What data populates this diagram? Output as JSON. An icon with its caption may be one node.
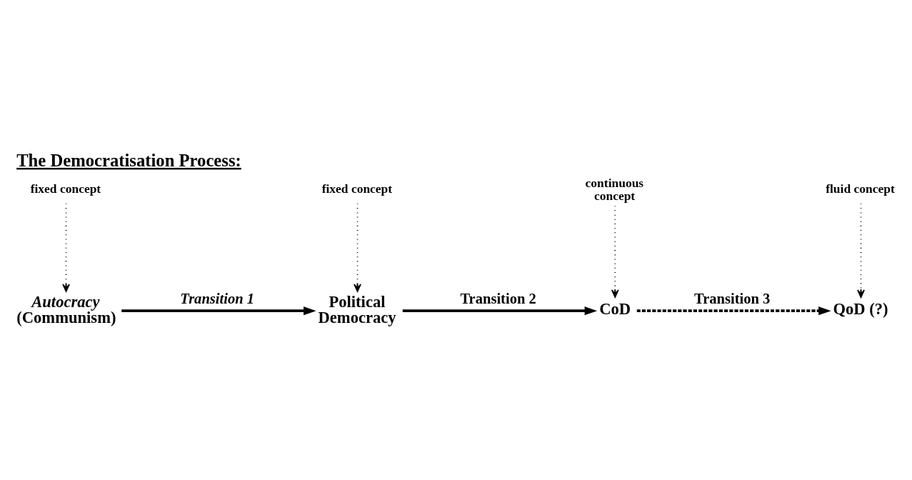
{
  "diagram": {
    "title": "The Democratisation Process:",
    "nodes": [
      {
        "text": [
          "Autocracy",
          "(Communism)"
        ]
      },
      {
        "text": [
          "Political Democracy"
        ]
      },
      {
        "text": [
          "CoD"
        ]
      },
      {
        "text": [
          "QoD (?)"
        ]
      },
      {
        "text": [
          "fixed concept"
        ]
      },
      {
        "text": [
          "fixed concept"
        ]
      },
      {
        "text": [
          "continuous concept"
        ]
      },
      {
        "text": [
          "fluid concept"
        ]
      }
    ],
    "edges": [
      {
        "from": 0,
        "to": 1,
        "arrow": "to",
        "style": "thick",
        "label": "Transition 1"
      },
      {
        "from": 1,
        "to": 2,
        "arrow": "to",
        "style": "thick",
        "label": "Transition 2"
      },
      {
        "from": 2,
        "to": 3,
        "arrow": "to",
        "style": "dashed",
        "label": "Transition 3"
      },
      {
        "from": 4,
        "to": 0,
        "arrow": "to",
        "style": "dashed"
      },
      {
        "from": 5,
        "to": 1,
        "arrow": "to",
        "style": "dashed"
      },
      {
        "from": 6,
        "to": 2,
        "arrow": "to",
        "style": "dashed"
      },
      {
        "from": 7,
        "to": 3,
        "arrow": "to",
        "style": "dashed"
      }
    ]
  }
}
